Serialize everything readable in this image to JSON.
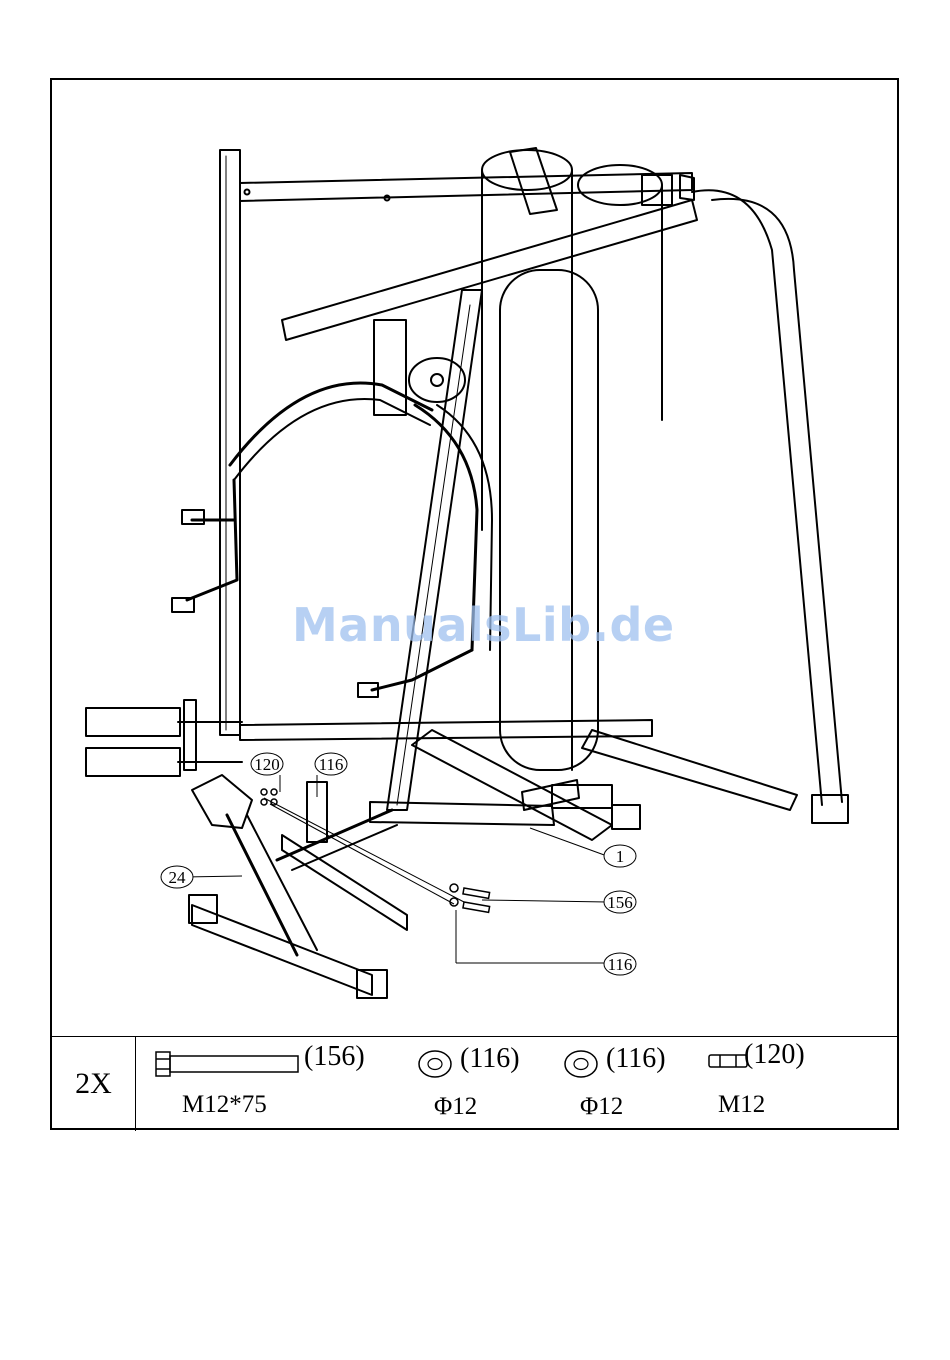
{
  "watermark": "ManualsLib.de",
  "callouts": [
    {
      "id": "callout-120",
      "label": "120"
    },
    {
      "id": "callout-116-top",
      "label": "116"
    },
    {
      "id": "callout-24",
      "label": "24"
    },
    {
      "id": "callout-1",
      "label": "1"
    },
    {
      "id": "callout-156",
      "label": "156"
    },
    {
      "id": "callout-116-bottom",
      "label": "116"
    }
  ],
  "parts_table": {
    "quantity": "2X",
    "items": [
      {
        "icon": "bolt-icon",
        "number": "(156)",
        "spec": "M12*75"
      },
      {
        "icon": "washer-icon",
        "number": "(116)",
        "spec": "Φ12"
      },
      {
        "icon": "washer-icon",
        "number": "(116)",
        "spec": "Φ12"
      },
      {
        "icon": "nut-icon",
        "number": "(120)",
        "spec": "M12"
      }
    ]
  }
}
